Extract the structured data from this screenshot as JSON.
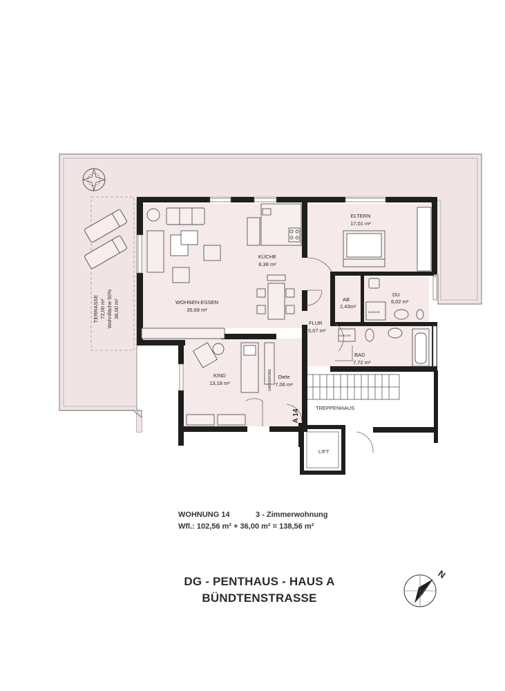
{
  "rooms": {
    "terrasse_name": "TERRASSE",
    "terrasse_area": "72,00 m²",
    "terrasse_note": "Wohnfläche 50%",
    "terrasse_area_half": "36,00 m²",
    "wohnen_name": "WOHNEN-ESSEN",
    "wohnen_area": "35,69 m²",
    "kueche_name": "KÜCHE",
    "kueche_area": "8,38 m²",
    "eltern_name": "ELTERN",
    "eltern_area": "17,01 m²",
    "ab_name": "AB",
    "ab_area": "2,43m²",
    "du_name": "DU",
    "du_area": "6,02 m²",
    "dusche_label_1": "DUSCHE",
    "dusche_label_2": "DUSCHE",
    "flur_name": "FLUR",
    "flur_area": "5,07 m²",
    "bad_name": "BAD",
    "bad_area": "7,72 m²",
    "kind_name": "KIND",
    "kind_area": "13,18 m²",
    "garderobe": "GARDEROBE",
    "diele_name": "Diele",
    "diele_area": "7,06 m²",
    "treppenhaus": "TREPPENHAUS",
    "lift": "LIFT",
    "unit_tag": "A 14"
  },
  "apartment": {
    "number": "WOHNUNG 14",
    "type": "3 - Zimmerwohnung",
    "area_formula": "Wfl.:  102,56 m² + 36,00 m² = 138,56 m²"
  },
  "title": {
    "line1": "DG - PENTHAUS - HAUS A",
    "line2": "BÜNDTENSTRASSE"
  },
  "compass": {
    "north_label": "N"
  },
  "colors": {
    "terrace_fill": "#f1e4e4",
    "room_fill": "#f5e9e9",
    "wall": "#1e1e1e",
    "stair_fill": "#ffffff"
  }
}
